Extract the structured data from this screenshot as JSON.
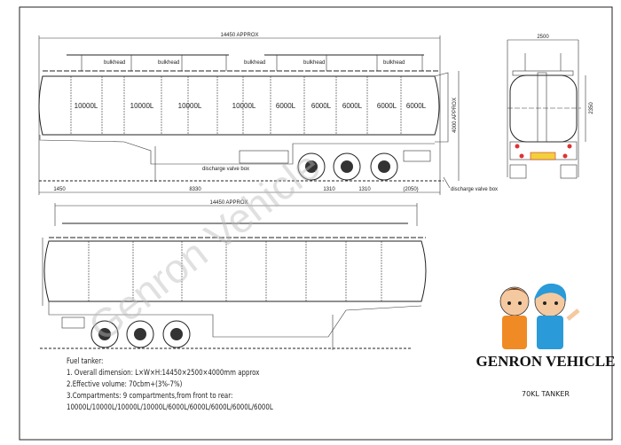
{
  "drawing": {
    "side_view_top": {
      "overall_length": "14450 APPROX",
      "bulkhead_label": "bulkhead",
      "compartments": [
        "10000L",
        "10000L",
        "10000L",
        "10000L",
        "6000L",
        "6000L",
        "6000L",
        "6000L",
        "6000L"
      ],
      "height_dim": "4000 APPROX",
      "discharge_label": "discharge valve box",
      "dims_bottom": [
        "1450",
        "8330",
        "1310",
        "1310",
        "(2050)"
      ]
    },
    "rear_view": {
      "width_dim": "2500",
      "tank_height_dim": "2350"
    },
    "side_view_bottom": {
      "overall_length": "14450 APPROX"
    },
    "watermark": "Genron Vehicle"
  },
  "notes": {
    "title": "Fuel tanker:",
    "lines": [
      "1. Overall dimension: L×W×H:14450×2500×4000mm approx",
      "2.Effective volume: 70cbm+(3%-7%)",
      "3.Compartments: 9 compartments,from front to rear:",
      "10000L/10000L/10000L/10000L/6000L/6000L/6000L/6000L/6000L"
    ]
  },
  "brand": {
    "name": "GENRON VEHICLE",
    "model": "70KL TANKER",
    "colors": {
      "orange": "#f08a24",
      "blue": "#2a9ad8"
    }
  }
}
